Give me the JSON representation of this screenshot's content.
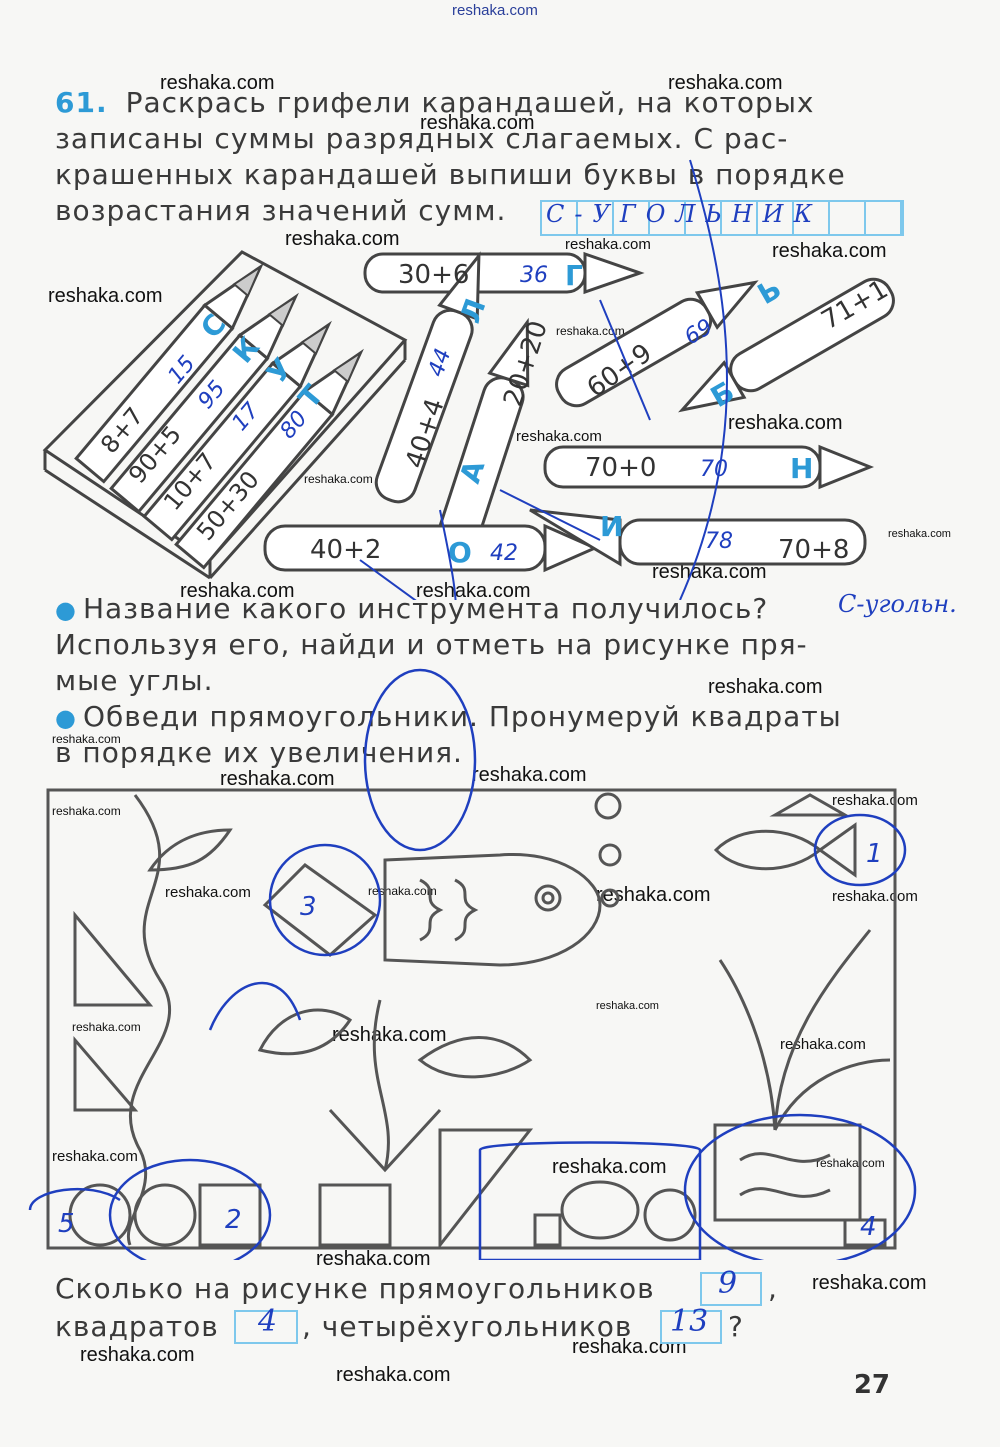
{
  "site": "reshaka.com",
  "task": {
    "number": "61.",
    "lines": [
      "Раскрась грифели карандашей, на которых",
      "записаны суммы разрядных слагаемых. С рас-",
      "крашенных карандашей выпиши буквы в порядке",
      "возрастания значений сумм."
    ],
    "answer": "С-УГОЛЬНИК"
  },
  "pencils": [
    {
      "expr": "30+6",
      "letter": "Г",
      "value": "36"
    },
    {
      "expr": "71+1",
      "letter": "Ь",
      "value": ""
    },
    {
      "expr": "60+9",
      "letter": "Б",
      "value": "69"
    },
    {
      "expr": "20+20",
      "letter": "Л",
      "value": ""
    },
    {
      "expr": "40+4",
      "letter": "А",
      "value": "44"
    },
    {
      "expr": "70+0",
      "letter": "Н",
      "value": "70"
    },
    {
      "expr": "40+2",
      "letter": "О",
      "value": "42"
    },
    {
      "expr": "70+8",
      "letter": "И",
      "value": "78"
    },
    {
      "expr": "8+7",
      "letter": "С",
      "value": "15"
    },
    {
      "expr": "90+5",
      "letter": "К",
      "value": "95"
    },
    {
      "expr": "10+7",
      "letter": "У",
      "value": "17"
    },
    {
      "expr": "50+30",
      "letter": "Т",
      "value": "80"
    }
  ],
  "questions": {
    "q1_lines": [
      "Название какого инструмента получилось?",
      "Используя его, найди и отметь на рисунке пря-",
      "мые углы."
    ],
    "q1_answer": "С-угольн.",
    "q2_lines": [
      "Обведи прямоугольники. Пронумеруй квадраты",
      "в порядке их увеличения."
    ]
  },
  "figure_numbers": [
    "1",
    "2",
    "3",
    "4",
    "5"
  ],
  "bottom": {
    "line1": "Сколько на рисунке прямоугольников",
    "line2a": "квадратов",
    "line2b": ", четырёхугольников",
    "comma": ",",
    "qmark": "?",
    "rect_answer": "9",
    "square_answer": "4",
    "quad_answer": "13"
  },
  "page_number": "27",
  "colors": {
    "accent": "#2d9ad6",
    "handwriting": "#1f3fbf",
    "box": "#7ec8ec"
  }
}
